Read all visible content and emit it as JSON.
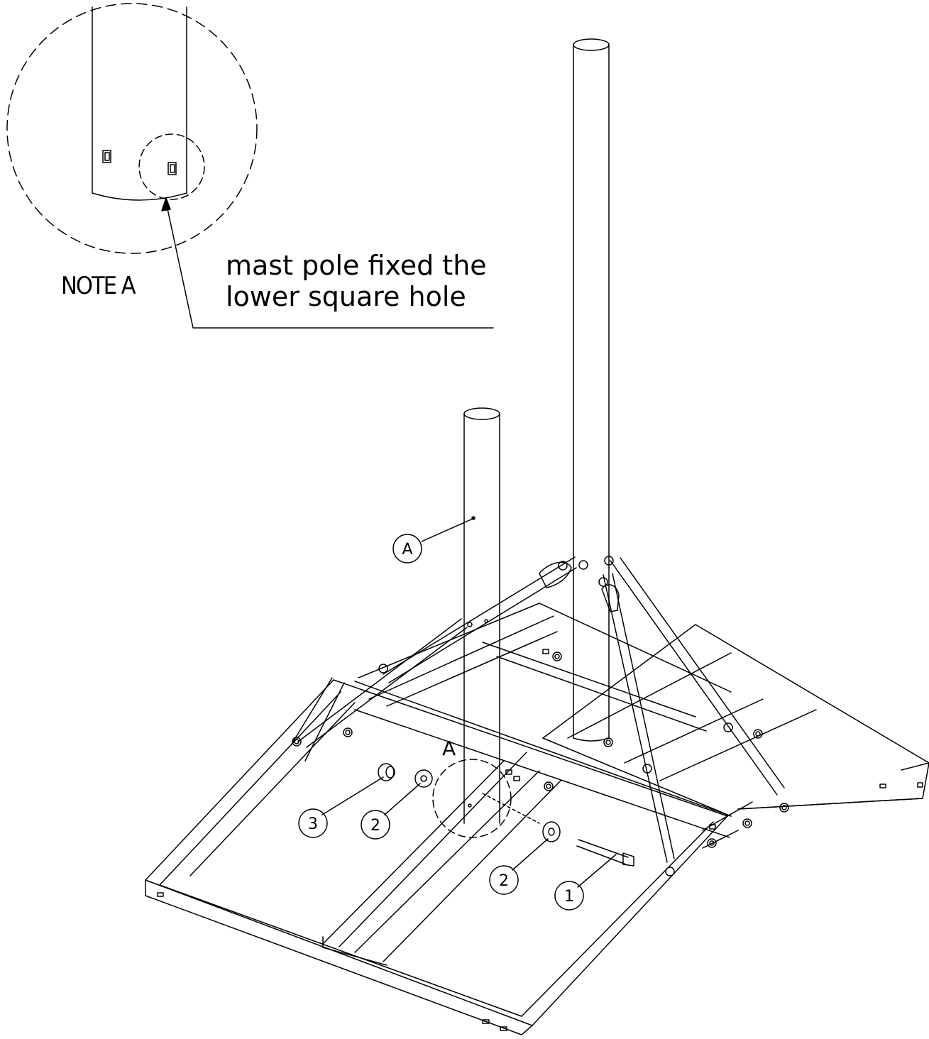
{
  "note": {
    "label": "NOTE A",
    "text_line1": "mast pole fixed the",
    "text_line2": "lower square hole"
  },
  "detail_marker": "A",
  "callouts": [
    {
      "id": "A",
      "label": "A"
    },
    {
      "id": "3",
      "label": "3"
    },
    {
      "id": "2a",
      "label": "2"
    },
    {
      "id": "2b",
      "label": "2"
    },
    {
      "id": "1",
      "label": "1"
    }
  ]
}
